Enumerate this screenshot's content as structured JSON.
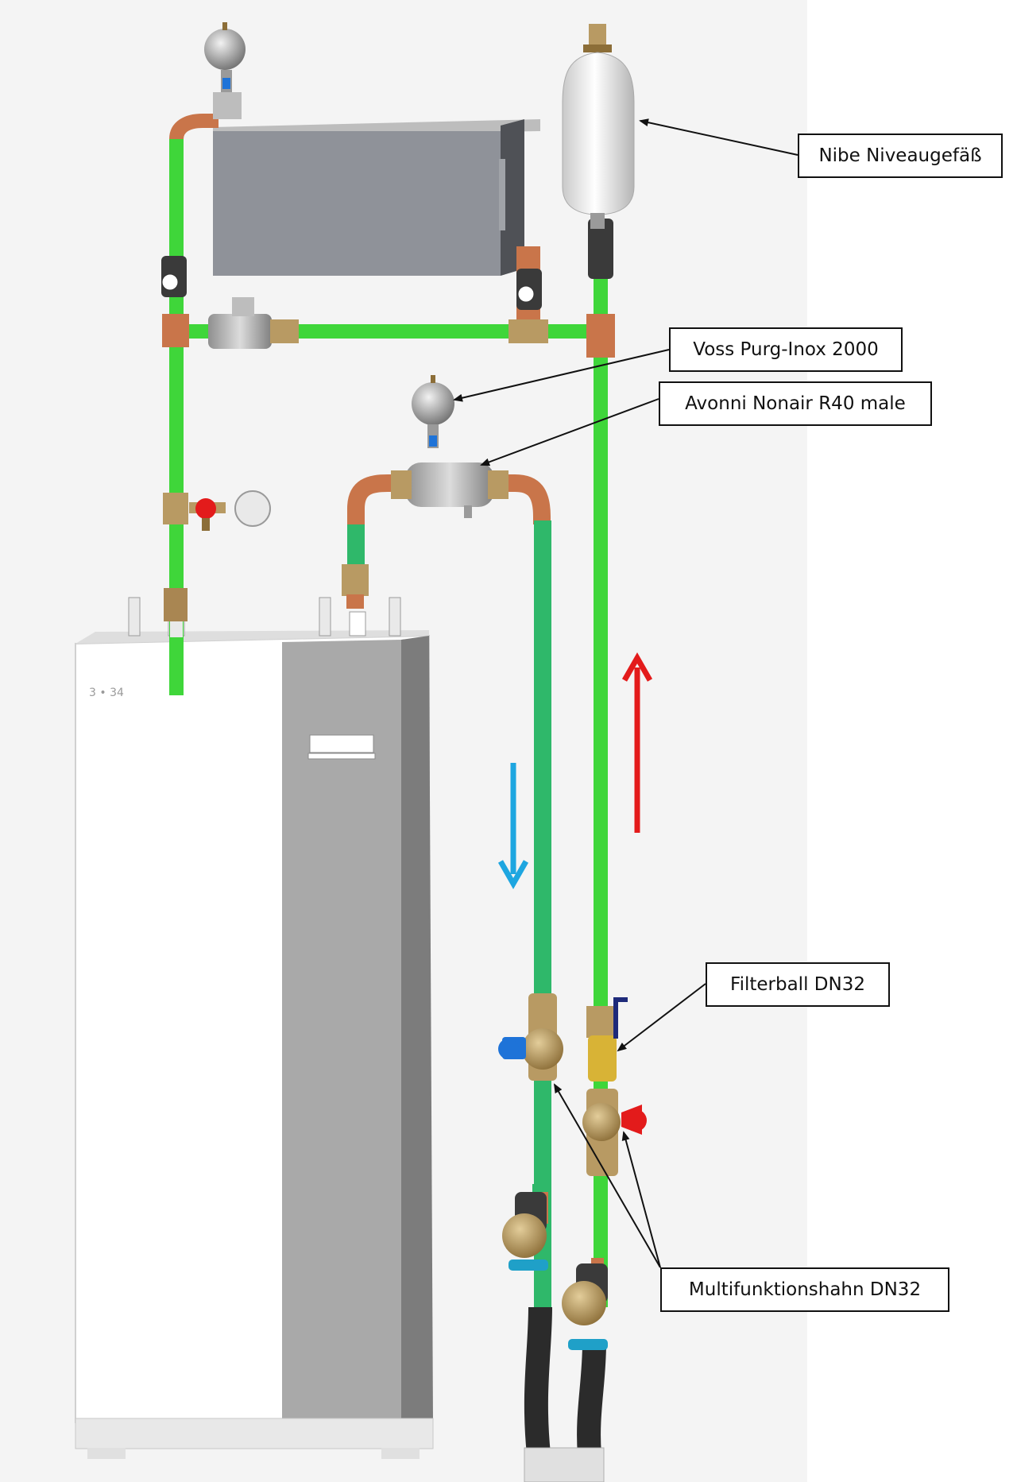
{
  "labels": {
    "nibe": "Nibe Niveaugefäß",
    "voss": "Voss Purg-Inox 2000",
    "avonni": "Avonni Nonair R40 male",
    "filterball": "Filterball DN32",
    "multifunktion": "Multifunktionshahn DN32"
  },
  "colors": {
    "pipe_green": "#3fd63a",
    "pipe_green_alt": "#2fb86a",
    "copper": "#c9754a",
    "brass": "#b89a63",
    "return_arrow": "#e31b1b",
    "flow_arrow": "#1ea6e0",
    "valve_red": "#e31b1b",
    "valve_blue": "#1e73d8"
  }
}
